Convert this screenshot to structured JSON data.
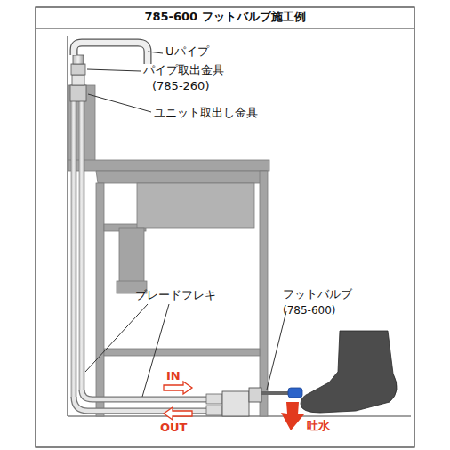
{
  "diagram": {
    "title": "785-600 フットバルブ施工例",
    "labels": [
      "Uパイプ",
      "パイプ取出金具",
      "(785-260)",
      "ユニット取出し金具",
      "ブレードフレキ",
      "フットバルブ",
      "(785-600)",
      "IN",
      "OUT",
      "吐水"
    ]
  }
}
